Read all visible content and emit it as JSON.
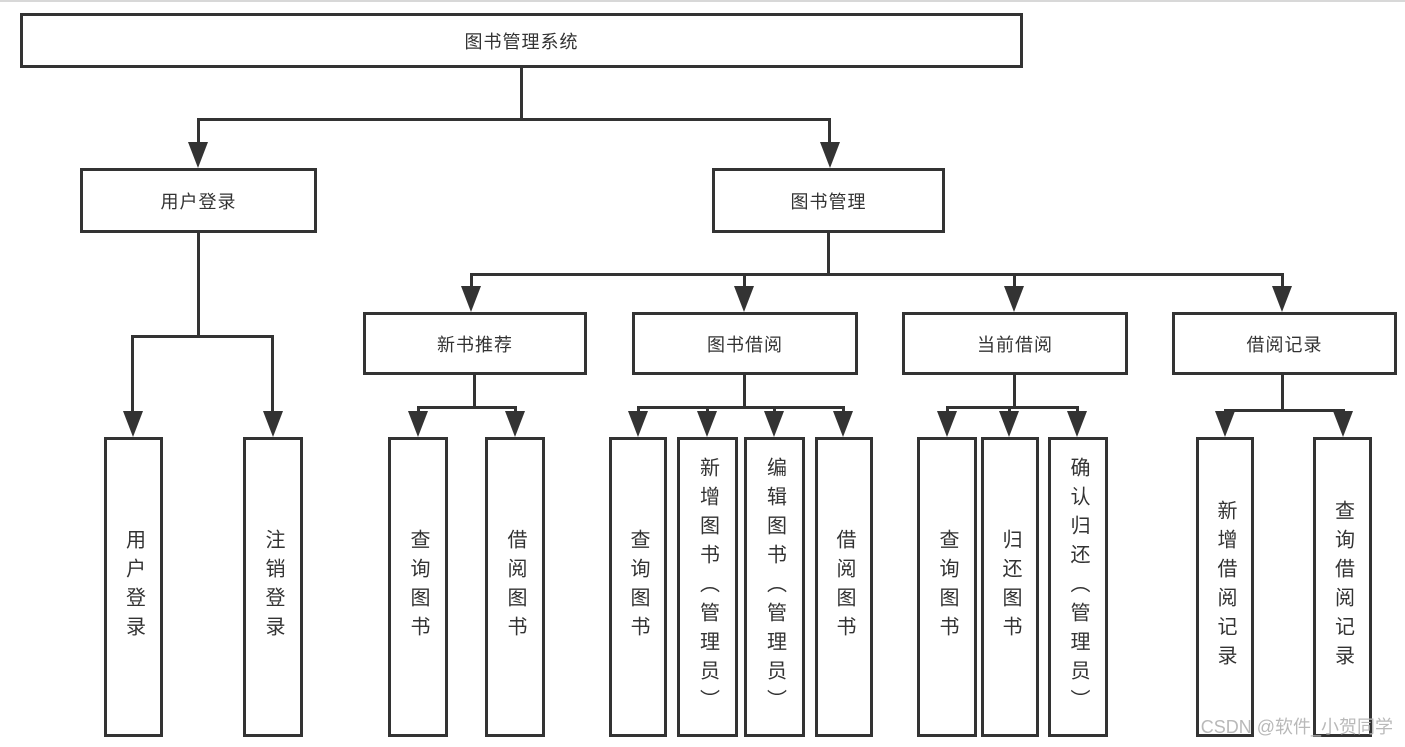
{
  "diagram": {
    "title": "图书管理系统",
    "nodes": [
      {
        "id": "root",
        "label": "图书管理系统",
        "parent": null
      },
      {
        "id": "user-login",
        "label": "用户登录",
        "parent": "root"
      },
      {
        "id": "book-mgmt",
        "label": "图书管理",
        "parent": "root"
      },
      {
        "id": "new-book-rec",
        "label": "新书推荐",
        "parent": "book-mgmt"
      },
      {
        "id": "book-borrow",
        "label": "图书借阅",
        "parent": "book-mgmt"
      },
      {
        "id": "current-borrow",
        "label": "当前借阅",
        "parent": "book-mgmt"
      },
      {
        "id": "borrow-records",
        "label": "借阅记录",
        "parent": "book-mgmt"
      },
      {
        "id": "ul-1",
        "label": "用户登录",
        "parent": "user-login"
      },
      {
        "id": "ul-2",
        "label": "注销登录",
        "parent": "user-login"
      },
      {
        "id": "nb-1",
        "label": "查询图书",
        "parent": "new-book-rec"
      },
      {
        "id": "nb-2",
        "label": "借阅图书",
        "parent": "new-book-rec"
      },
      {
        "id": "bb-1",
        "label": "查询图书",
        "parent": "book-borrow"
      },
      {
        "id": "bb-2",
        "label": "新增图书（管理员）",
        "parent": "book-borrow"
      },
      {
        "id": "bb-3",
        "label": "编辑图书（管理员）",
        "parent": "book-borrow"
      },
      {
        "id": "bb-4",
        "label": "借阅图书",
        "parent": "book-borrow"
      },
      {
        "id": "cb-1",
        "label": "查询图书",
        "parent": "current-borrow"
      },
      {
        "id": "cb-2",
        "label": "归还图书",
        "parent": "current-borrow"
      },
      {
        "id": "cb-3",
        "label": "确认归还（管理员）",
        "parent": "current-borrow"
      },
      {
        "id": "br-1",
        "label": "新增借阅记录",
        "parent": "borrow-records"
      },
      {
        "id": "br-2",
        "label": "查询借阅记录",
        "parent": "borrow-records"
      }
    ],
    "watermark": "CSDN @软件_小贺同学",
    "colors": {
      "line": "#333333",
      "text": "#333333",
      "watermark": "#b9b9b9",
      "background": "#ffffff"
    }
  }
}
